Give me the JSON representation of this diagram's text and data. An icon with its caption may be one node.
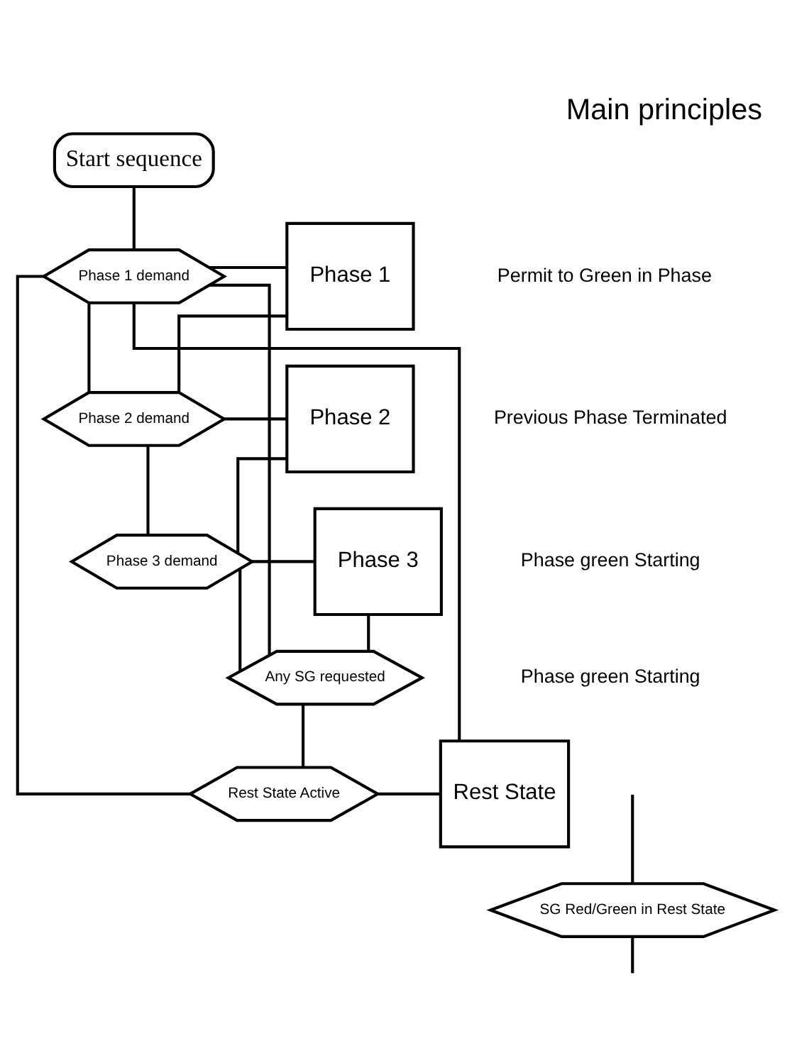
{
  "diagram": {
    "title": "Main principles",
    "nodes": [
      {
        "text": [
          "Start sequence"
        ]
      },
      {
        "text": [
          "Phase 1 demand"
        ]
      },
      {
        "text": [
          "Phase 1"
        ]
      },
      {
        "text": [
          "Phase 2 demand"
        ]
      },
      {
        "text": [
          "Phase 2"
        ]
      },
      {
        "text": [
          "Phase 3 demand"
        ]
      },
      {
        "text": [
          "Phase 3"
        ]
      },
      {
        "text": [
          "Any SG requested"
        ]
      },
      {
        "text": [
          "Rest State Active"
        ]
      },
      {
        "text": [
          "Rest State"
        ]
      },
      {
        "text": [
          "SG Red/Green in Rest State"
        ]
      }
    ],
    "edges": [
      {
        "from": 0,
        "to": 1,
        "arrow": "none"
      },
      {
        "from": 1,
        "to": 2,
        "arrow": "none"
      },
      {
        "from": 1,
        "to": 3,
        "arrow": "none"
      },
      {
        "from": 2,
        "to": 3,
        "arrow": "none"
      },
      {
        "from": 3,
        "to": 4,
        "arrow": "none"
      },
      {
        "from": 3,
        "to": 5,
        "arrow": "none"
      },
      {
        "from": 4,
        "to": 5,
        "arrow": "none"
      },
      {
        "from": 5,
        "to": 6,
        "arrow": "none"
      },
      {
        "from": 5,
        "to": 7,
        "arrow": "none"
      },
      {
        "from": 6,
        "to": 7,
        "arrow": "none"
      },
      {
        "from": 7,
        "to": 1,
        "arrow": "none"
      },
      {
        "from": 7,
        "to": 8,
        "arrow": "none"
      },
      {
        "from": 8,
        "to": 9,
        "arrow": "none"
      },
      {
        "from": 8,
        "to": 1,
        "arrow": "none"
      },
      {
        "from": 9,
        "to": 1,
        "arrow": "none"
      },
      {
        "from": null,
        "to": 10,
        "arrow": "none"
      },
      {
        "from": 10,
        "to": null,
        "arrow": "none"
      }
    ],
    "labels": [
      "Permit to Green in Phase",
      "Previous Phase Terminated",
      "Phase green Starting",
      "Phase green Starting"
    ]
  }
}
